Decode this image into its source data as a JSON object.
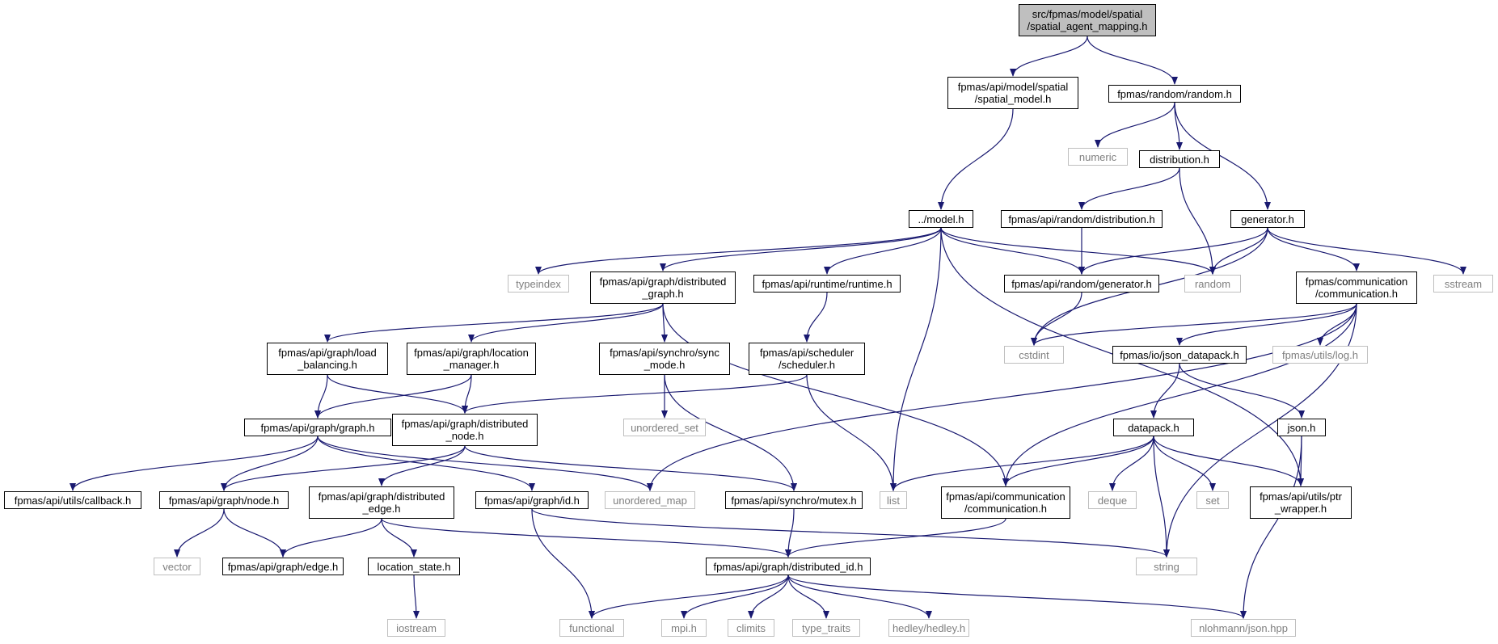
{
  "diagram": {
    "edge_color": "#191970",
    "nodes": [
      {
        "id": "root",
        "lines": [
          "src/fpmas/model/spatial",
          "/spatial_agent_mapping.h"
        ],
        "kind": "root"
      },
      {
        "id": "spatial_model",
        "lines": [
          "fpmas/api/model/spatial",
          "/spatial_model.h"
        ],
        "kind": "local"
      },
      {
        "id": "random_h",
        "lines": [
          "fpmas/random/random.h"
        ],
        "kind": "local"
      },
      {
        "id": "numeric",
        "lines": [
          "numeric"
        ],
        "kind": "system"
      },
      {
        "id": "distribution_h",
        "lines": [
          "distribution.h"
        ],
        "kind": "local"
      },
      {
        "id": "generator_h",
        "lines": [
          "generator.h"
        ],
        "kind": "local"
      },
      {
        "id": "model_h",
        "lines": [
          "../model.h"
        ],
        "kind": "local"
      },
      {
        "id": "api_distribution",
        "lines": [
          "fpmas/api/random/distribution.h"
        ],
        "kind": "local"
      },
      {
        "id": "typeindex",
        "lines": [
          "typeindex"
        ],
        "kind": "system"
      },
      {
        "id": "dist_graph",
        "lines": [
          "fpmas/api/graph/distributed",
          "_graph.h"
        ],
        "kind": "local"
      },
      {
        "id": "runtime",
        "lines": [
          "fpmas/api/runtime/runtime.h"
        ],
        "kind": "local"
      },
      {
        "id": "api_generator",
        "lines": [
          "fpmas/api/random/generator.h"
        ],
        "kind": "local"
      },
      {
        "id": "random",
        "lines": [
          "random"
        ],
        "kind": "system"
      },
      {
        "id": "communication",
        "lines": [
          "fpmas/communication",
          "/communication.h"
        ],
        "kind": "local"
      },
      {
        "id": "sstream",
        "lines": [
          "sstream"
        ],
        "kind": "system"
      },
      {
        "id": "load_balancing",
        "lines": [
          "fpmas/api/graph/load",
          "_balancing.h"
        ],
        "kind": "local"
      },
      {
        "id": "location_manager",
        "lines": [
          "fpmas/api/graph/location",
          "_manager.h"
        ],
        "kind": "local"
      },
      {
        "id": "sync_mode",
        "lines": [
          "fpmas/api/synchro/sync",
          "_mode.h"
        ],
        "kind": "local"
      },
      {
        "id": "scheduler",
        "lines": [
          "fpmas/api/scheduler",
          "/scheduler.h"
        ],
        "kind": "local"
      },
      {
        "id": "cstdint",
        "lines": [
          "cstdint"
        ],
        "kind": "system"
      },
      {
        "id": "json_datapack",
        "lines": [
          "fpmas/io/json_datapack.h"
        ],
        "kind": "local"
      },
      {
        "id": "log_h",
        "lines": [
          "fpmas/utils/log.h"
        ],
        "kind": "system"
      },
      {
        "id": "graph_h",
        "lines": [
          "fpmas/api/graph/graph.h"
        ],
        "kind": "local"
      },
      {
        "id": "dist_node",
        "lines": [
          "fpmas/api/graph/distributed",
          "_node.h"
        ],
        "kind": "local"
      },
      {
        "id": "unordered_set",
        "lines": [
          "unordered_set"
        ],
        "kind": "system"
      },
      {
        "id": "datapack_h",
        "lines": [
          "datapack.h"
        ],
        "kind": "local"
      },
      {
        "id": "json_h",
        "lines": [
          "json.h"
        ],
        "kind": "local"
      },
      {
        "id": "callback_h",
        "lines": [
          "fpmas/api/utils/callback.h"
        ],
        "kind": "local"
      },
      {
        "id": "node_h",
        "lines": [
          "fpmas/api/graph/node.h"
        ],
        "kind": "local"
      },
      {
        "id": "dist_edge",
        "lines": [
          "fpmas/api/graph/distributed",
          "_edge.h"
        ],
        "kind": "local"
      },
      {
        "id": "id_h",
        "lines": [
          "fpmas/api/graph/id.h"
        ],
        "kind": "local"
      },
      {
        "id": "unordered_map",
        "lines": [
          "unordered_map"
        ],
        "kind": "system"
      },
      {
        "id": "mutex_h",
        "lines": [
          "fpmas/api/synchro/mutex.h"
        ],
        "kind": "local"
      },
      {
        "id": "list",
        "lines": [
          "list"
        ],
        "kind": "system"
      },
      {
        "id": "api_communication",
        "lines": [
          "fpmas/api/communication",
          "/communication.h"
        ],
        "kind": "local"
      },
      {
        "id": "deque",
        "lines": [
          "deque"
        ],
        "kind": "system"
      },
      {
        "id": "set",
        "lines": [
          "set"
        ],
        "kind": "system"
      },
      {
        "id": "ptr_wrapper",
        "lines": [
          "fpmas/api/utils/ptr",
          "_wrapper.h"
        ],
        "kind": "local"
      },
      {
        "id": "vector",
        "lines": [
          "vector"
        ],
        "kind": "system"
      },
      {
        "id": "edge_h",
        "lines": [
          "fpmas/api/graph/edge.h"
        ],
        "kind": "local"
      },
      {
        "id": "location_state",
        "lines": [
          "location_state.h"
        ],
        "kind": "local"
      },
      {
        "id": "dist_id",
        "lines": [
          "fpmas/api/graph/distributed_id.h"
        ],
        "kind": "local"
      },
      {
        "id": "string",
        "lines": [
          "string"
        ],
        "kind": "system"
      },
      {
        "id": "iostream",
        "lines": [
          "iostream"
        ],
        "kind": "system"
      },
      {
        "id": "functional",
        "lines": [
          "functional"
        ],
        "kind": "system"
      },
      {
        "id": "mpi_h",
        "lines": [
          "mpi.h"
        ],
        "kind": "system"
      },
      {
        "id": "climits",
        "lines": [
          "climits"
        ],
        "kind": "system"
      },
      {
        "id": "type_traits",
        "lines": [
          "type_traits"
        ],
        "kind": "system"
      },
      {
        "id": "hedley",
        "lines": [
          "hedley/hedley.h"
        ],
        "kind": "system"
      },
      {
        "id": "nlohmann",
        "lines": [
          "nlohmann/json.hpp"
        ],
        "kind": "system"
      }
    ],
    "edges": [
      [
        "root",
        "spatial_model"
      ],
      [
        "root",
        "random_h"
      ],
      [
        "spatial_model",
        "model_h"
      ],
      [
        "random_h",
        "numeric"
      ],
      [
        "random_h",
        "distribution_h"
      ],
      [
        "random_h",
        "generator_h"
      ],
      [
        "distribution_h",
        "api_distribution"
      ],
      [
        "distribution_h",
        "random"
      ],
      [
        "generator_h",
        "api_generator"
      ],
      [
        "generator_h",
        "random"
      ],
      [
        "generator_h",
        "communication"
      ],
      [
        "generator_h",
        "sstream"
      ],
      [
        "generator_h",
        "cstdint"
      ],
      [
        "model_h",
        "typeindex"
      ],
      [
        "model_h",
        "dist_graph"
      ],
      [
        "model_h",
        "runtime"
      ],
      [
        "model_h",
        "api_generator"
      ],
      [
        "model_h",
        "random"
      ],
      [
        "model_h",
        "list"
      ],
      [
        "model_h",
        "ptr_wrapper"
      ],
      [
        "api_distribution",
        "api_generator"
      ],
      [
        "api_generator",
        "cstdint"
      ],
      [
        "dist_graph",
        "load_balancing"
      ],
      [
        "dist_graph",
        "location_manager"
      ],
      [
        "dist_graph",
        "sync_mode"
      ],
      [
        "dist_graph",
        "api_communication"
      ],
      [
        "runtime",
        "scheduler"
      ],
      [
        "communication",
        "cstdint"
      ],
      [
        "communication",
        "unordered_map"
      ],
      [
        "communication",
        "api_communication"
      ],
      [
        "communication",
        "json_datapack"
      ],
      [
        "communication",
        "log_h"
      ],
      [
        "communication",
        "string"
      ],
      [
        "load_balancing",
        "graph_h"
      ],
      [
        "load_balancing",
        "dist_node"
      ],
      [
        "location_manager",
        "graph_h"
      ],
      [
        "location_manager",
        "dist_node"
      ],
      [
        "sync_mode",
        "unordered_set"
      ],
      [
        "sync_mode",
        "mutex_h"
      ],
      [
        "scheduler",
        "dist_node"
      ],
      [
        "scheduler",
        "list"
      ],
      [
        "json_datapack",
        "datapack_h"
      ],
      [
        "json_datapack",
        "json_h"
      ],
      [
        "graph_h",
        "callback_h"
      ],
      [
        "graph_h",
        "node_h"
      ],
      [
        "graph_h",
        "id_h"
      ],
      [
        "graph_h",
        "unordered_map"
      ],
      [
        "dist_node",
        "node_h"
      ],
      [
        "dist_node",
        "dist_edge"
      ],
      [
        "dist_node",
        "mutex_h"
      ],
      [
        "datapack_h",
        "list"
      ],
      [
        "datapack_h",
        "api_communication"
      ],
      [
        "datapack_h",
        "deque"
      ],
      [
        "datapack_h",
        "set"
      ],
      [
        "datapack_h",
        "ptr_wrapper"
      ],
      [
        "datapack_h",
        "string"
      ],
      [
        "json_h",
        "ptr_wrapper"
      ],
      [
        "json_h",
        "nlohmann"
      ],
      [
        "node_h",
        "vector"
      ],
      [
        "node_h",
        "edge_h"
      ],
      [
        "dist_edge",
        "edge_h"
      ],
      [
        "dist_edge",
        "location_state"
      ],
      [
        "dist_edge",
        "dist_id"
      ],
      [
        "id_h",
        "functional"
      ],
      [
        "id_h",
        "string"
      ],
      [
        "mutex_h",
        "dist_id"
      ],
      [
        "api_communication",
        "dist_id"
      ],
      [
        "location_state",
        "iostream"
      ],
      [
        "dist_id",
        "functional"
      ],
      [
        "dist_id",
        "mpi_h"
      ],
      [
        "dist_id",
        "climits"
      ],
      [
        "dist_id",
        "type_traits"
      ],
      [
        "dist_id",
        "hedley"
      ],
      [
        "dist_id",
        "nlohmann"
      ]
    ]
  }
}
